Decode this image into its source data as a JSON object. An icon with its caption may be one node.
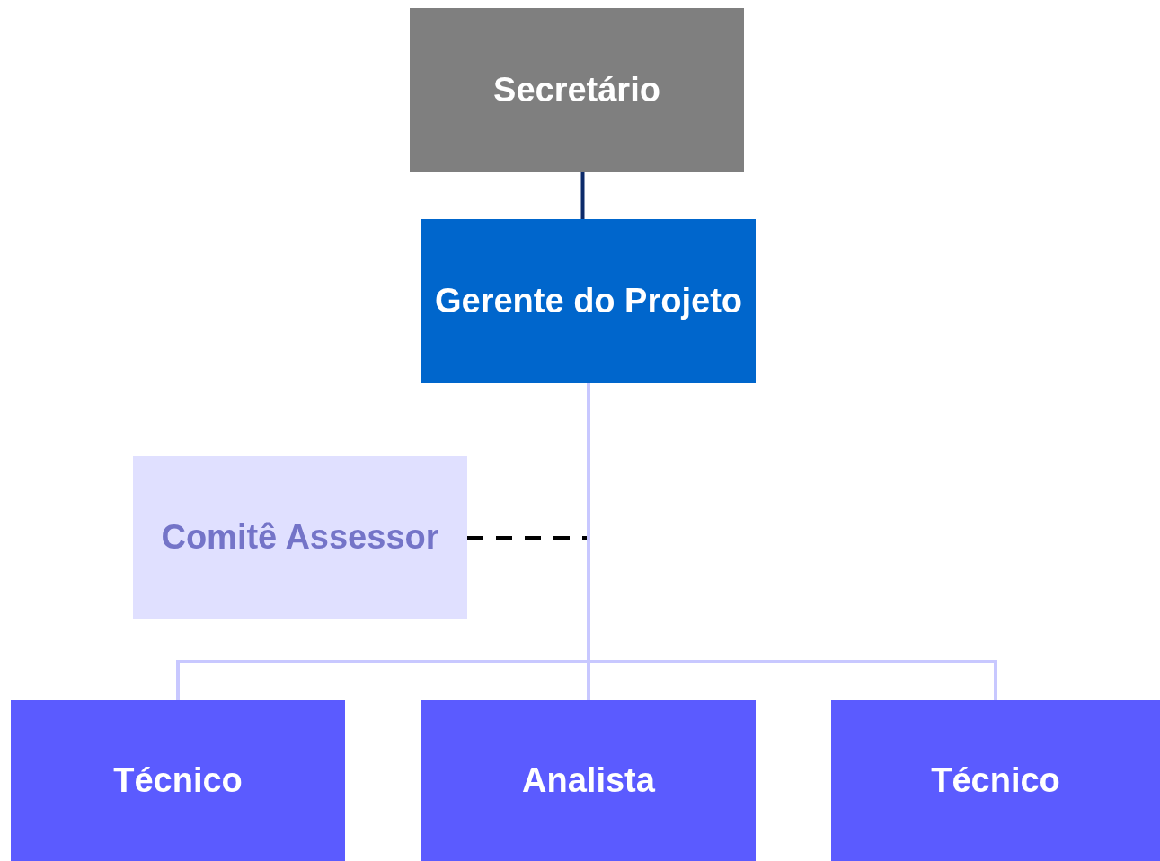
{
  "diagram": {
    "nodes": [
      {
        "text": [
          "Secretário"
        ]
      },
      {
        "text": [
          "Gerente do Projeto"
        ]
      },
      {
        "text": [
          "Comitê Assessor"
        ]
      },
      {
        "text": [
          "Técnico"
        ]
      },
      {
        "text": [
          "Analista"
        ]
      },
      {
        "text": [
          "Técnico"
        ]
      }
    ],
    "edges": [
      {
        "from": 0,
        "to": 1,
        "arrow": "none",
        "color": "#0d2b6b"
      },
      {
        "from": 2,
        "to": null,
        "arrow": "none",
        "style": "dashed",
        "color": "#000000"
      },
      {
        "from": 1,
        "to": 3,
        "arrow": "none"
      },
      {
        "from": 1,
        "to": 4,
        "arrow": "none"
      },
      {
        "from": 1,
        "to": 5,
        "arrow": "none"
      }
    ]
  }
}
